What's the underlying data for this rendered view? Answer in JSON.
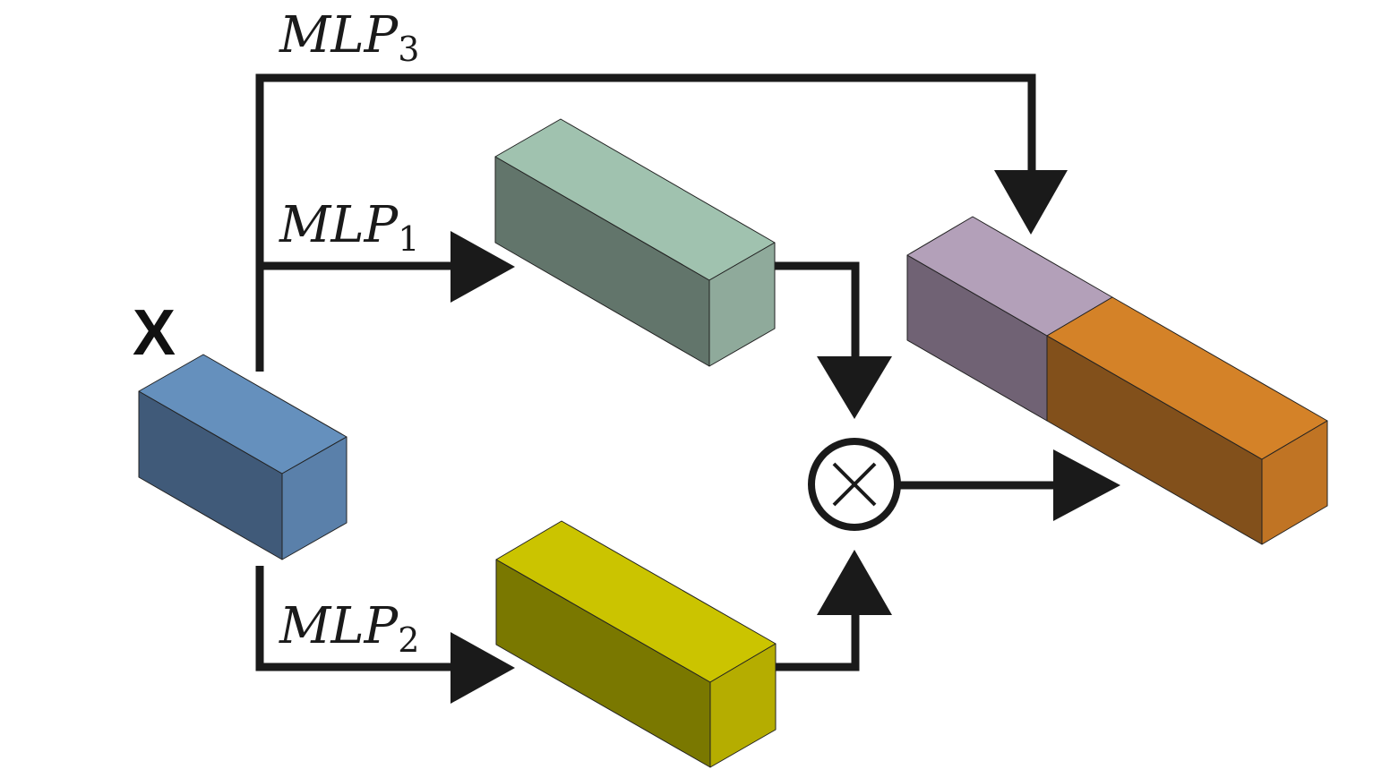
{
  "input": {
    "label": "X",
    "color_front": "#405a79",
    "color_top": "#6590bd",
    "color_side": "#5a80aa"
  },
  "mlp1": {
    "base": "MLP",
    "sub": "1",
    "color_front": "#62756b",
    "color_top": "#a0c2af",
    "color_side": "#8faa9b"
  },
  "mlp2": {
    "base": "MLP",
    "sub": "2",
    "color_front": "#7a7800",
    "color_top": "#cbc400",
    "color_side": "#b5ad00"
  },
  "mlp3": {
    "base": "MLP",
    "sub": "3"
  },
  "output": {
    "left_front": "#706274",
    "left_top": "#b3a0b9",
    "right_front": "#82501b",
    "right_top": "#d48228",
    "right_side": "#c07424"
  },
  "operator": {
    "symbol": "multiply-circle"
  }
}
